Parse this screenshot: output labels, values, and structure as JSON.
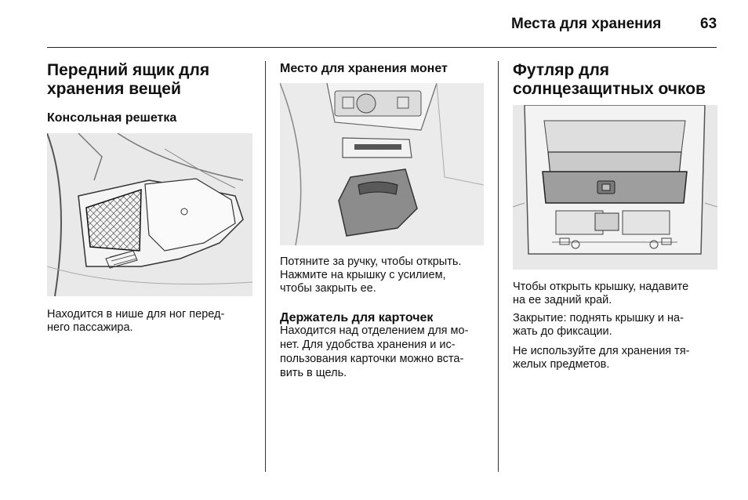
{
  "header": {
    "title": "Места для хранения",
    "page_number": "63"
  },
  "col1": {
    "title_line1": "Передний ящик для",
    "title_line2": "хранения вещей",
    "subtitle": "Консольная решетка",
    "para_line1": "Находится в нише для ног перед-",
    "para_line2": "него пассажира."
  },
  "col2": {
    "subtitle": "Место для хранения монет",
    "para1_line1": "Потяните за ручку, чтобы открыть.",
    "para1_line2": "Нажмите на крышку с усилием,",
    "para1_line3": "чтобы закрыть ее.",
    "subtitle2": "Держатель для карточек",
    "para2_line1": "Находится над отделением для мо-",
    "para2_line2": "нет. Для удобства хранения и ис-",
    "para2_line3": "пользования карточки можно вста-",
    "para2_line4": "вить в щель."
  },
  "col3": {
    "title_line1": "Футляр для",
    "title_line2": "солнцезащитных очков",
    "para1_line1": "Чтобы открыть крышку, надавите",
    "para1_line2": "на ее задний край.",
    "para2_line1": "Закрытие: поднять крышку и на-",
    "para2_line2": "жать до фиксации.",
    "para3_line1": "Не используйте для хранения тя-",
    "para3_line2": "желых предметов."
  },
  "figures": {
    "fig1_icon": "console-net-illustration",
    "fig2_icon": "coin-storage-illustration",
    "fig3_icon": "glasses-case-illustration"
  }
}
